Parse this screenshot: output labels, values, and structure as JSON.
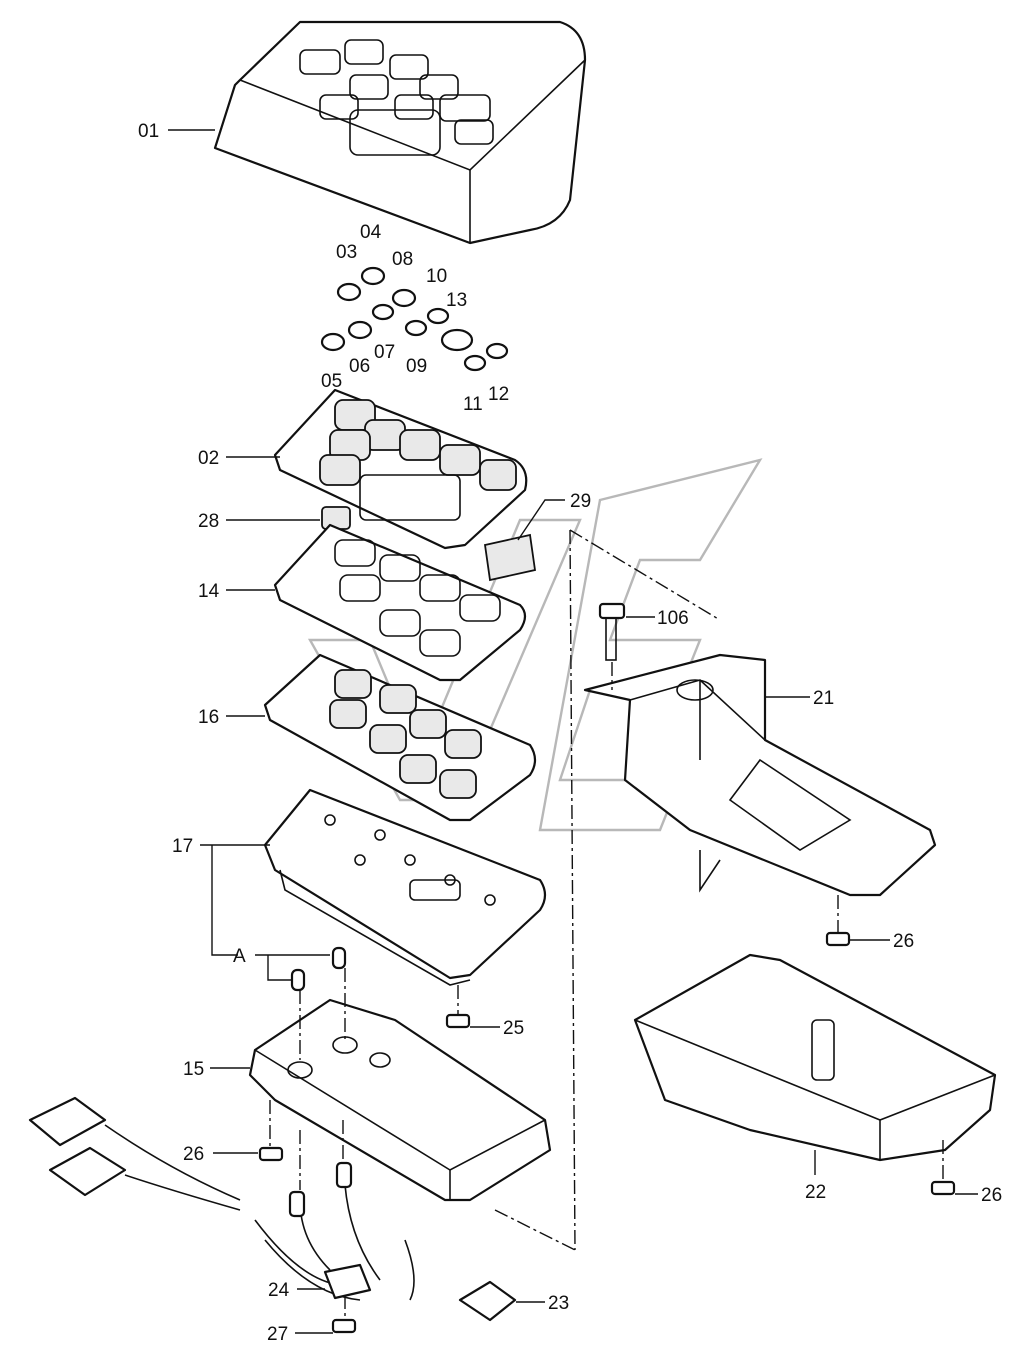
{
  "labels": {
    "p01": "01",
    "p02": "02",
    "p03": "03",
    "p04": "04",
    "p05": "05",
    "p06": "06",
    "p07": "07",
    "p08": "08",
    "p09": "09",
    "p10": "10",
    "p11": "11",
    "p12": "12",
    "p13": "13",
    "p14": "14",
    "p15": "15",
    "p16": "16",
    "p17": "17",
    "p21": "21",
    "p22": "22",
    "p23": "23",
    "p24": "24",
    "p25": "25",
    "p26a": "26",
    "p26b": "26",
    "p26c": "26",
    "p27": "27",
    "p28": "28",
    "p29": "29",
    "p106": "106",
    "pA": "A"
  }
}
